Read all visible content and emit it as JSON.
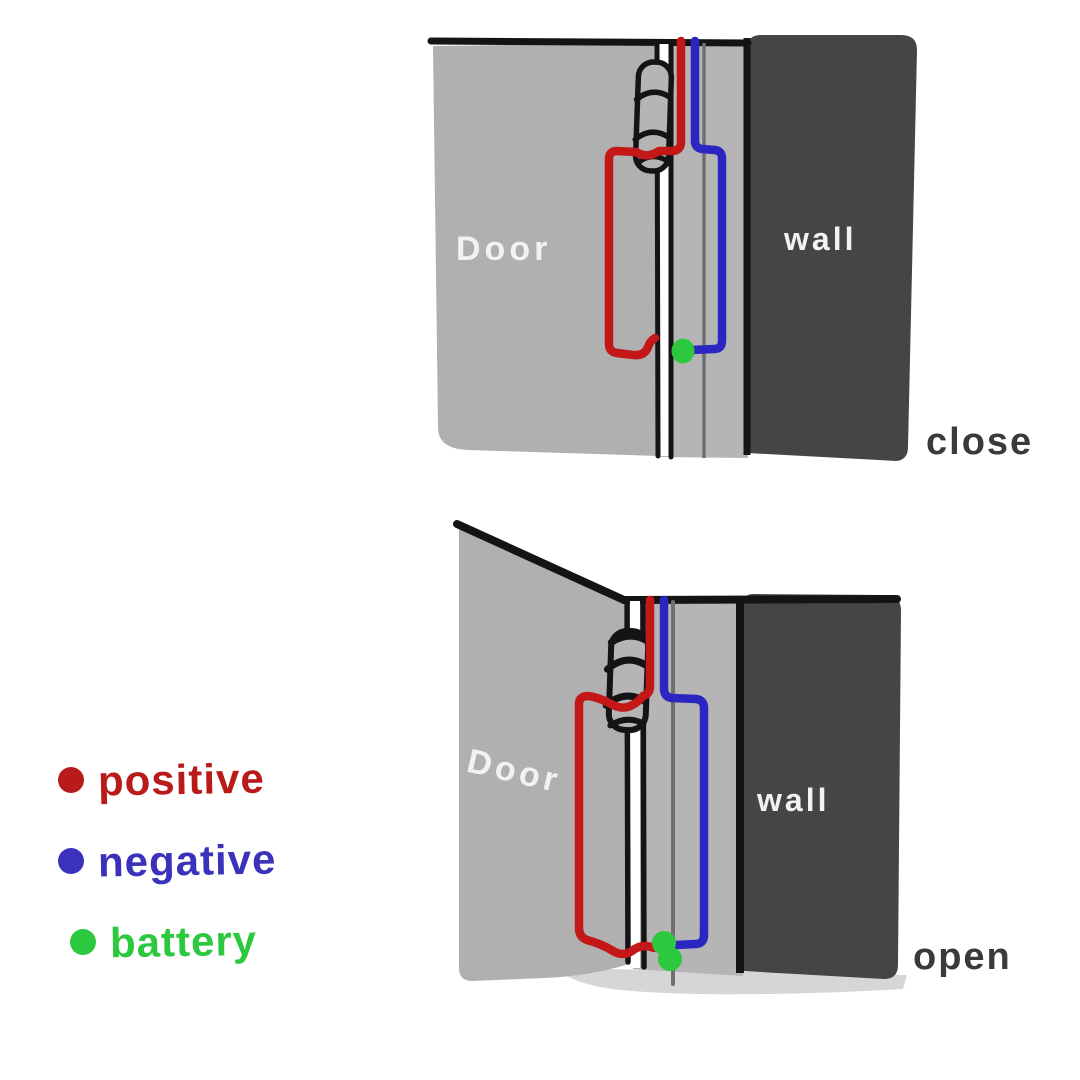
{
  "legend": {
    "items": [
      {
        "name": "positive",
        "label": "positive",
        "color": "#b91b1b"
      },
      {
        "name": "negative",
        "label": "negative",
        "color": "#3a32ba"
      },
      {
        "name": "battery",
        "label": "battery",
        "color": "#2cc83e"
      }
    ]
  },
  "colors": {
    "positive": "#c41717",
    "negative": "#2b25c2",
    "battery": "#2cc83e",
    "door": "#b0b0b0",
    "frame": "#b5b5b5",
    "wall": "#454548",
    "outline": "#141414",
    "frame_line": "#707070",
    "shadow": "#d6d6d6",
    "state_label": "#3a3a3a"
  },
  "closed_diagram": {
    "door_label": "Door",
    "wall_label": "wall",
    "state_label": "close"
  },
  "open_diagram": {
    "door_label": "Door",
    "wall_label": "wall",
    "state_label": "open"
  }
}
